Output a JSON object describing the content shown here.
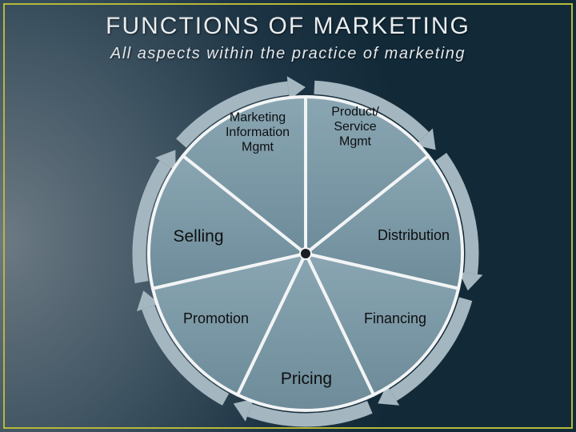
{
  "slide": {
    "title": "FUNCTIONS OF MARKETING",
    "subtitle": "All aspects within the practice of marketing"
  },
  "diagram": {
    "segments": [
      {
        "id": "marketing-information-mgmt",
        "lines": [
          "Marketing",
          "Information",
          "Mgmt"
        ]
      },
      {
        "id": "product-service-mgmt",
        "lines": [
          "Product/",
          "Service",
          "Mgmt"
        ]
      },
      {
        "id": "distribution",
        "lines": [
          "Distribution"
        ]
      },
      {
        "id": "financing",
        "lines": [
          "Financing"
        ]
      },
      {
        "id": "pricing",
        "lines": [
          "Pricing"
        ]
      },
      {
        "id": "promotion",
        "lines": [
          "Promotion"
        ]
      },
      {
        "id": "selling",
        "lines": [
          "Selling"
        ]
      }
    ],
    "colors": {
      "frame": "#b8b83a",
      "wheel_fill": "#7b98a6",
      "wheel_divider": "#f2f4f5",
      "arrow_ring": "#a4b6bf",
      "hub": "#1a1f24",
      "label_text": "#0d0f10"
    }
  }
}
